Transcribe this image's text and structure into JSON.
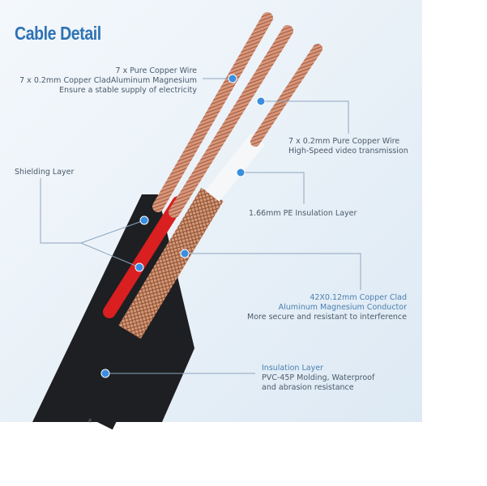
{
  "title": "Cable Detail",
  "labels": {
    "copper_power": [
      "7 x Pure Copper Wire",
      "7 x 0.2mm Copper CladAluminum Magnesium",
      "Ensure a stable supply of electricity"
    ],
    "copper_video": [
      "7 x 0.2mm Pure Copper Wire",
      "High-Speed video transmission"
    ],
    "shielding": "Shielding Layer",
    "pe_insulation": "1.66mm PE Insulation Layer",
    "conductor": [
      "42X0.12mm Copper Clad",
      "Aluminum Magnesium Conductor",
      "More secure and resistant to interference"
    ],
    "insulation": [
      "Insulation Layer",
      "PVC-45P Molding, Waterproof",
      "and abrasion resistance"
    ]
  },
  "colors": {
    "accent": "#2e73b4",
    "dot": "#3a8ee0",
    "copper": "#c9825e",
    "jacket": "#1e1f22",
    "red": "#d91f1f"
  }
}
